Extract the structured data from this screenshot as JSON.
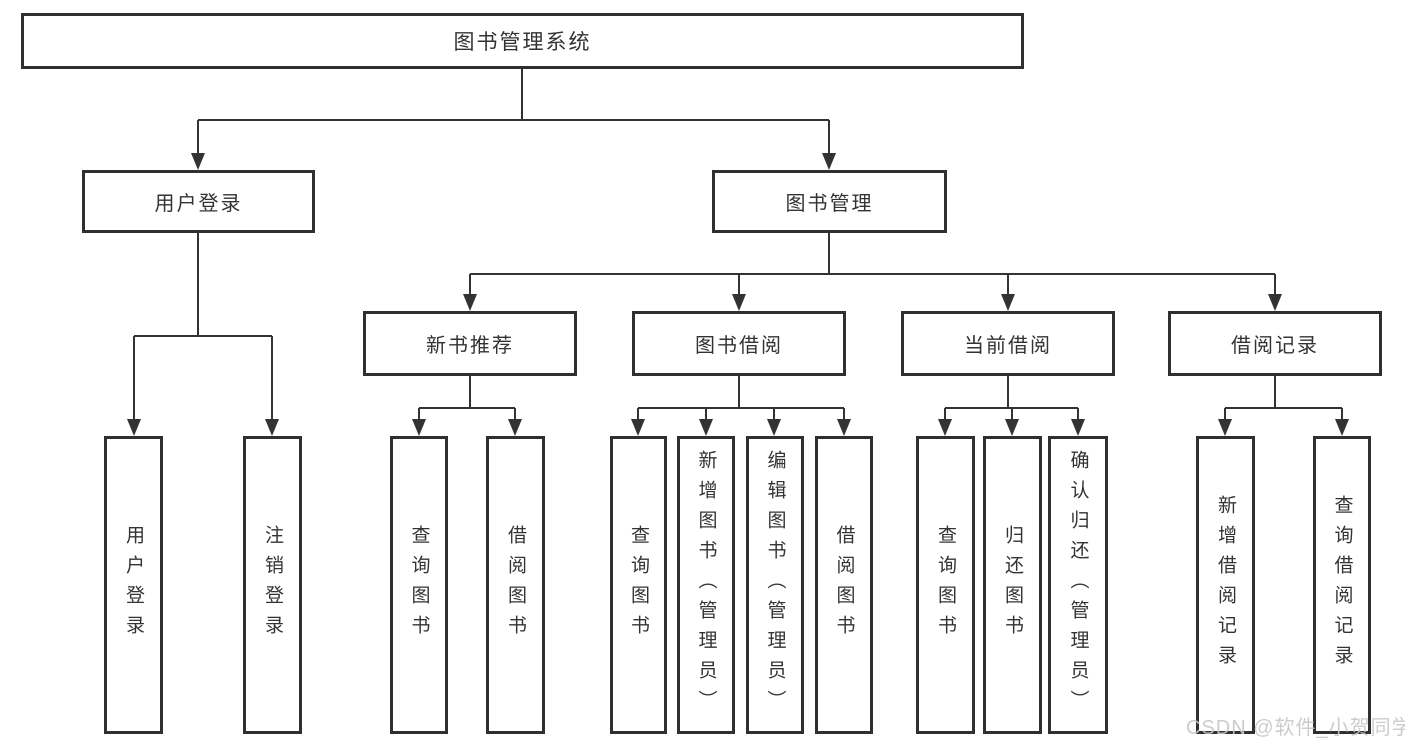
{
  "diagram": {
    "root": "图书管理系统",
    "level2": {
      "user_login": "用户登录",
      "book_management": "图书管理"
    },
    "level3": {
      "new_book_recommend": "新书推荐",
      "book_borrowing": "图书借阅",
      "current_borrowing": "当前借阅",
      "borrowing_records": "借阅记录"
    },
    "leaves": {
      "user_login": "用户登录",
      "logout": "注销登录",
      "recommend_query_books": "查询图书",
      "recommend_borrow_books": "借阅图书",
      "borrowing_query_books": "查询图书",
      "borrowing_add_books": "新增图书（管理员）",
      "borrowing_edit_books": "编辑图书（管理员）",
      "borrowing_borrow_books": "借阅图书",
      "current_query_books": "查询图书",
      "current_return_books": "归还图书",
      "current_confirm_return": "确认归还（管理员）",
      "records_add_record": "新增借阅记录",
      "records_query_record": "查询借阅记录"
    }
  },
  "watermark": "CSDN @软件_小贺同学",
  "colors": {
    "line": "#333333",
    "box_border": "#2f2f2f",
    "text": "#333333",
    "watermark_text": "#c7c7c9",
    "background": "#ffffff"
  }
}
